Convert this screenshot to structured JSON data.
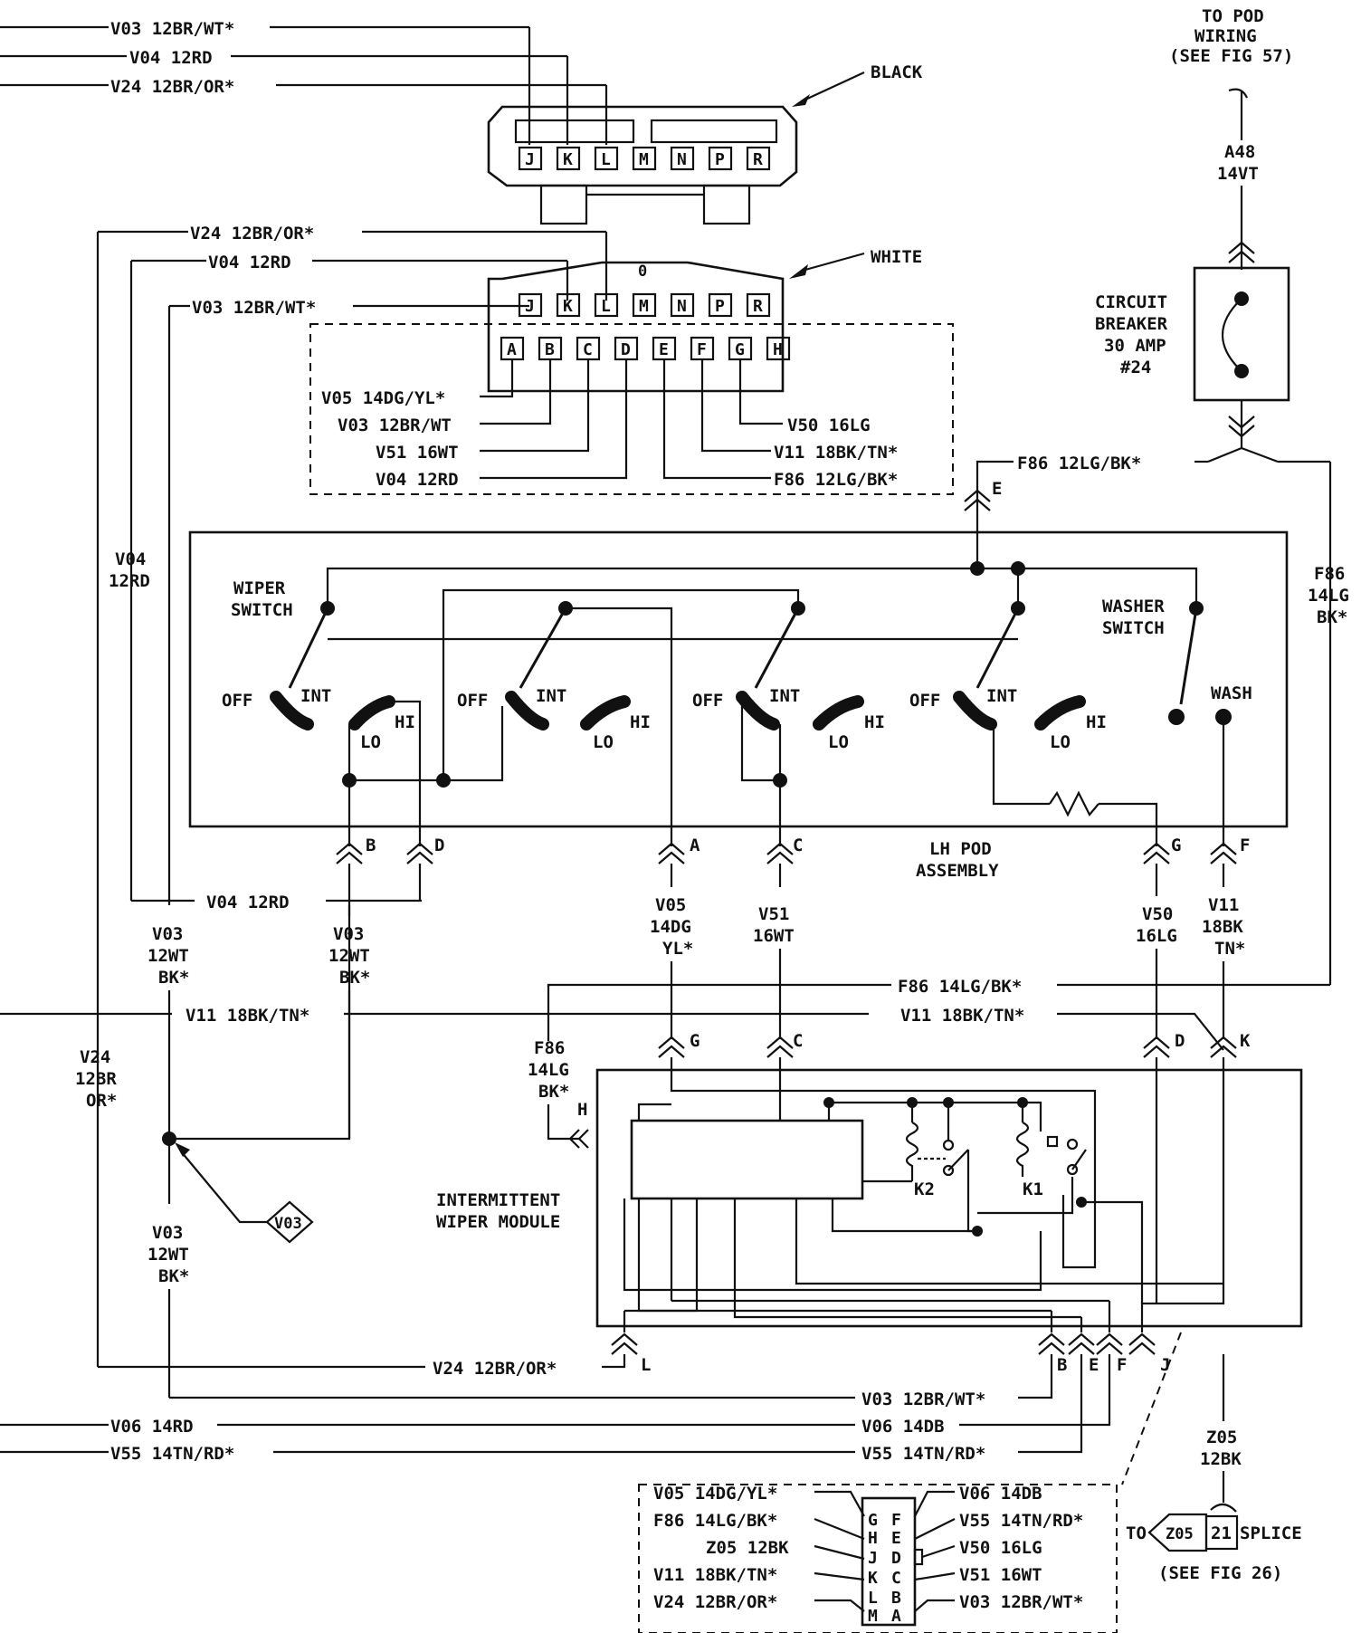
{
  "black_connector": {
    "label": "BLACK",
    "pins": [
      "J",
      "K",
      "L",
      "M",
      "N",
      "P",
      "R"
    ],
    "wires": [
      "V03 12BR/WT*",
      "V04 12RD",
      "V24 12BR/OR*"
    ]
  },
  "white_connector": {
    "label": "WHITE",
    "pins_top": [
      "J",
      "K",
      "L",
      "M",
      "N",
      "P",
      "R"
    ],
    "pins_bottom": [
      "A",
      "B",
      "C",
      "D",
      "E",
      "F",
      "G",
      "H"
    ],
    "wires_top": [
      "V24 12BR/OR*",
      "V04 12RD",
      "V03 12BR/WT*"
    ],
    "wires_left": [
      "V05 14DG/YL*",
      "V03 12BR/WT",
      "V51 16WT",
      "V04 12RD"
    ],
    "wires_right": [
      "V50 16LG",
      "V11 18BK/TN*",
      "F86 12LG/BK*"
    ]
  },
  "pod_wiring": {
    "label": [
      "TO POD",
      "WIRING",
      "(SEE FIG 57)"
    ],
    "wire": [
      "A48",
      "14VT"
    ]
  },
  "circuit_breaker": {
    "label": [
      "CIRCUIT",
      "BREAKER",
      "30 AMP",
      "#24"
    ]
  },
  "lh_pod": {
    "label": [
      "LH POD",
      "ASSEMBLY"
    ],
    "wiper_switch": [
      "WIPER",
      "SWITCH"
    ],
    "washer_switch": [
      "WASHER",
      "SWITCH"
    ],
    "positions": [
      "OFF",
      "INT",
      "LO",
      "HI",
      "WASH"
    ],
    "pins": [
      "A",
      "B",
      "C",
      "D",
      "E",
      "F",
      "G"
    ]
  },
  "wires": {
    "f86_top": "F86 12LG/BK*",
    "f86_right": [
      "F86",
      "14LG",
      "BK*"
    ],
    "v04_left": [
      "V04",
      "12RD"
    ],
    "v04_mid": "V04 12RD",
    "v03_left": [
      "V03",
      "12WT",
      "BK*"
    ],
    "v03_mid": [
      "V03",
      "12WT",
      "BK*"
    ],
    "v03_lower": [
      "V03",
      "12WT",
      "BK*"
    ],
    "v05": [
      "V05",
      "14DG",
      "YL*"
    ],
    "v51": [
      "V51",
      "16WT"
    ],
    "v50": [
      "V50",
      "16LG"
    ],
    "v11": [
      "V11",
      "18BK",
      "TN*"
    ],
    "f86_mod": "F86 14LG/BK*",
    "v11_mod_left": "V11 18BK/TN*",
    "v11_mod_right": "V11 18BK/TN*",
    "v24_left": [
      "V24",
      "12BR",
      "OR*"
    ],
    "f86_h": [
      "F86",
      "14LG",
      "BK*"
    ],
    "v24_bottom": "V24 12BR/OR*",
    "v03_bottom": "V03 12BR/WT*",
    "v06_left": "V06 14RD",
    "v06_right": "V06 14DB",
    "v55_left": "V55 14TN/RD*",
    "v55_right": "V55 14TN/RD*",
    "z05": [
      "Z05",
      "12BK"
    ]
  },
  "module": {
    "label": [
      "INTERMITTENT",
      "WIPER MODULE"
    ],
    "relays": [
      "K2",
      "K1"
    ],
    "pins": [
      "G",
      "C",
      "D",
      "K",
      "H",
      "L",
      "B",
      "E",
      "F",
      "J"
    ]
  },
  "splice_ref": "V03",
  "bottom_connector": {
    "pins_left": [
      "G",
      "H",
      "J",
      "K",
      "L",
      "M"
    ],
    "pins_right": [
      "F",
      "E",
      "D",
      "C",
      "B",
      "A"
    ],
    "left_labels": [
      "V05 14DG/YL*",
      "F86 14LG/BK*",
      "Z05 12BK",
      "V11 18BK/TN*",
      "V24 12BR/OR*"
    ],
    "right_labels": [
      "V06 14DB",
      "V55 14TN/RD*",
      "V50 16LG",
      "V51 16WT",
      "V03 12BR/WT*"
    ]
  },
  "splice": {
    "to": "TO",
    "code": "Z05",
    "num": "21",
    "label": "SPLICE",
    "see": "(SEE FIG 26)"
  }
}
